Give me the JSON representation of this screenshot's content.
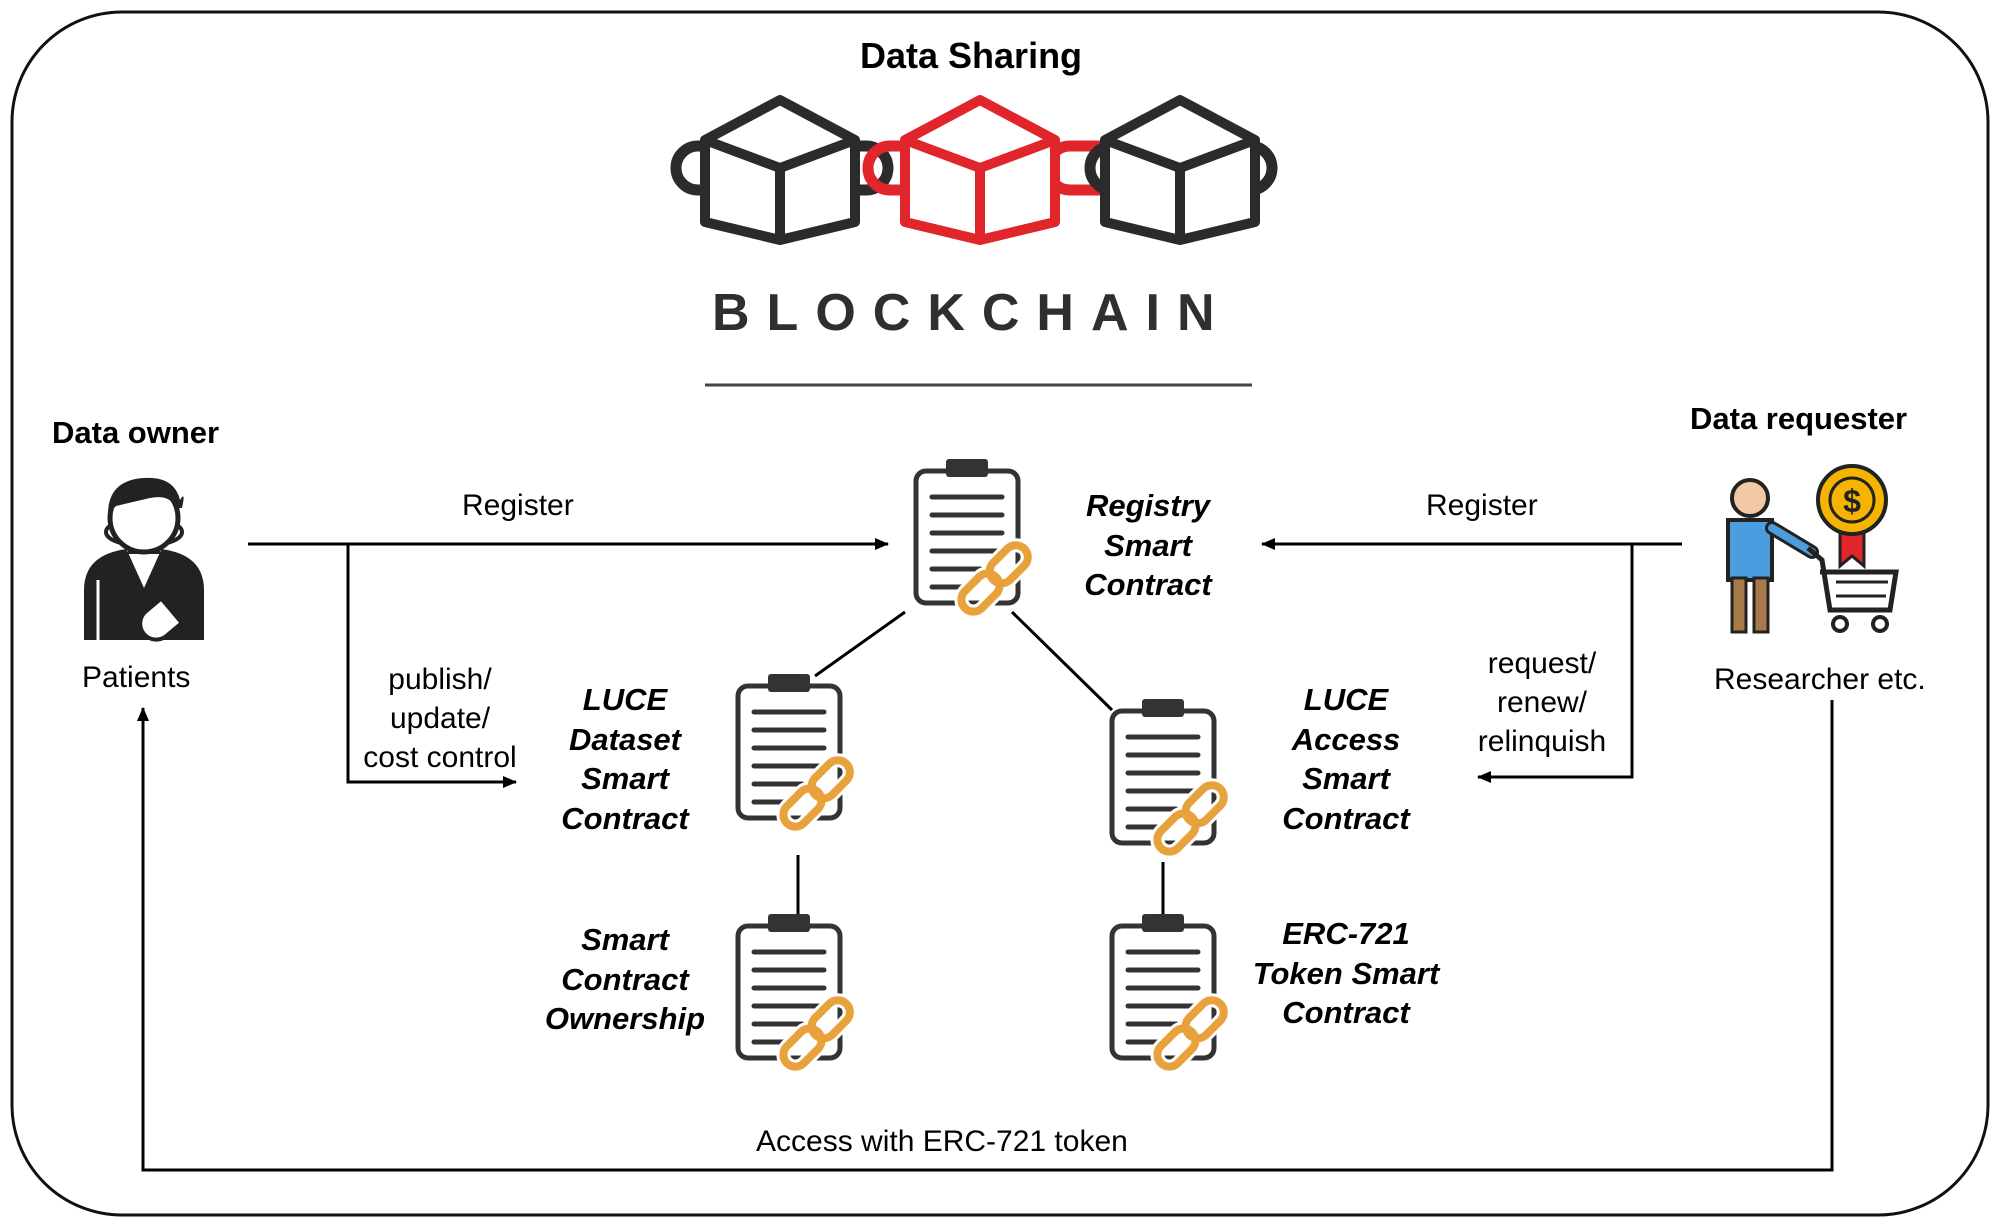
{
  "title": "Data Sharing",
  "brand": "BLOCKCHAIN",
  "colors": {
    "chain_dark": "#2b2b2b",
    "chain_red": "#e0252b",
    "link_gold": "#e8a23c",
    "coin_gold": "#f4b400",
    "skin": "#f2c9a5",
    "shirt_blue": "#4a9ee0"
  },
  "data_owner": {
    "title": "Data owner",
    "label": "Patients",
    "icon": "patient-icon"
  },
  "data_requester": {
    "title": "Data requester",
    "label": "Researcher etc.",
    "icon": "researcher-icon"
  },
  "arrows": {
    "register_left": "Register",
    "register_right": "Register",
    "publish": [
      "publish/",
      "update/",
      "cost control"
    ],
    "request": [
      "request/",
      "renew/",
      "relinquish"
    ],
    "access": "Access with ERC-721 token"
  },
  "contracts": {
    "registry": [
      "Registry",
      "Smart",
      "Contract"
    ],
    "dataset": [
      "LUCE",
      "Dataset",
      "Smart",
      "Contract"
    ],
    "access": [
      "LUCE",
      "Access",
      "Smart",
      "Contract"
    ],
    "ownership": [
      "Smart",
      "Contract",
      "Ownership"
    ],
    "erc721": [
      "ERC-721",
      "Token Smart",
      "Contract"
    ]
  }
}
